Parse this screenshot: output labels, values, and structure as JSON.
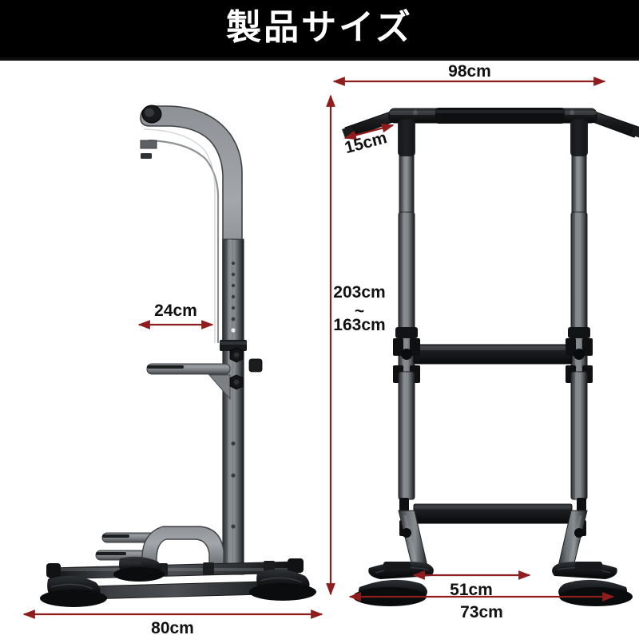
{
  "header": {
    "title": "製品サイズ",
    "background_color": "#000000",
    "text_color": "#ffffff"
  },
  "theme": {
    "dimension_line_color": "#8f1d1d",
    "dimension_text_color": "#111111",
    "page_background": "#ffffff",
    "frame_grey": "#7b7f83",
    "frame_dark": "#2a2c2e",
    "frame_black": "#141414"
  },
  "dimensions": {
    "side_view": [
      {
        "id": "depth-pad",
        "label": "24cm",
        "value": 24,
        "unit": "cm",
        "orientation": "horizontal"
      },
      {
        "id": "base-length",
        "label": "80cm",
        "value": 80,
        "unit": "cm",
        "orientation": "horizontal"
      }
    ],
    "front_view": [
      {
        "id": "bar-width",
        "label": "98cm",
        "value": 98,
        "unit": "cm",
        "orientation": "horizontal"
      },
      {
        "id": "grip-length",
        "label": "15cm",
        "value": 15,
        "unit": "cm",
        "orientation": "diagonal"
      },
      {
        "id": "height-range",
        "label": "203cm\n~\n163cm",
        "label_max": "203cm",
        "label_sep": "~",
        "label_min": "163cm",
        "value_max": 203,
        "value_min": 163,
        "unit": "cm",
        "orientation": "vertical"
      },
      {
        "id": "inner-foot-span",
        "label": "51cm",
        "value": 51,
        "unit": "cm",
        "orientation": "horizontal"
      },
      {
        "id": "outer-foot-span",
        "label": "73cm",
        "value": 73,
        "unit": "cm",
        "orientation": "horizontal"
      }
    ]
  },
  "labels": {
    "d24": "24cm",
    "d80": "80cm",
    "d98": "98cm",
    "d15": "15cm",
    "d203": "203cm",
    "dsep": "~",
    "d163": "163cm",
    "d51": "51cm",
    "d73": "73cm"
  },
  "views": {
    "left": {
      "name": "side-view",
      "product": "power tower side profile"
    },
    "right": {
      "name": "front-view",
      "product": "power tower front profile"
    }
  }
}
